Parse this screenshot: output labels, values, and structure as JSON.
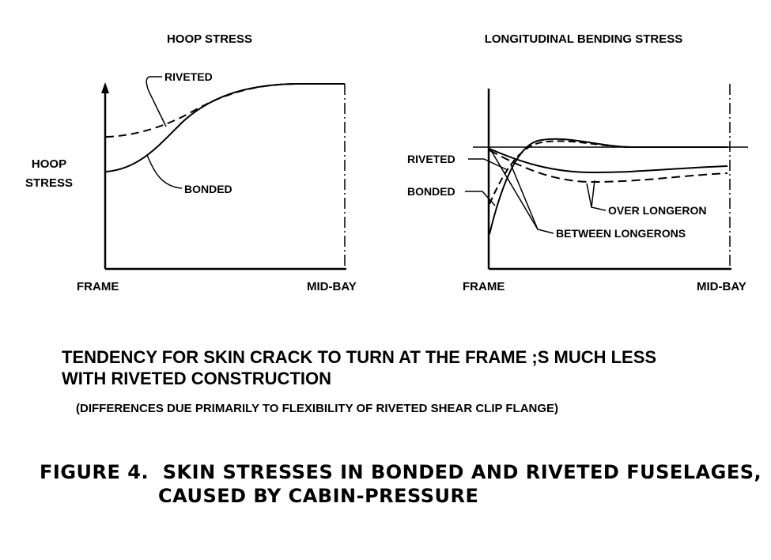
{
  "left_panel": {
    "title": "HOOP STRESS",
    "y_axis_label": [
      "HOOP",
      "STRESS"
    ],
    "x_left_label": "FRAME",
    "x_right_label": "MID-BAY",
    "curve_labels": {
      "riveted": "RIVETED",
      "bonded": "BONDED"
    }
  },
  "right_panel": {
    "title": "LONGITUDINAL BENDING STRESS",
    "x_left_label": "FRAME",
    "x_right_label": "MID-BAY",
    "curve_labels": {
      "riveted": "RIVETED",
      "bonded": "BONDED",
      "over_longeron": "OVER LONGERON",
      "between_longerons": "BETWEEN LONGERONS"
    }
  },
  "conclusion": {
    "line1": "TENDENCY FOR SKIN CRACK TO TURN AT THE FRAME ;S MUCH LESS",
    "line2": "WITH RIVETED CONSTRUCTION",
    "note": "(DIFFERENCES DUE PRIMARILY TO FLEXIBILITY OF RIVETED SHEAR CLIP FLANGE)"
  },
  "figure_caption": {
    "line1": "FIGURE 4.  SKIN STRESSES IN BONDED AND RIVETED FUSELAGES,",
    "line2": "CAUSED BY CABIN-PRESSURE"
  }
}
